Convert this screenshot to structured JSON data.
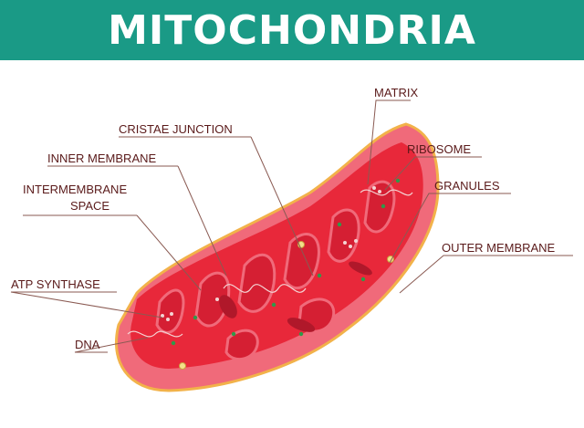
{
  "title": "MITOCHONDRIA",
  "labels": {
    "matrix": "MATRIX",
    "ribosome": "RIBOSOME",
    "granules": "GRANULES",
    "outer_membrane": "OUTER MEMBRANE",
    "cristae_junction": "CRISTAE JUNCTION",
    "inner_membrane": "INNER MEMBRANE",
    "intermembrane_line1": "INTERMEMBRANE",
    "intermembrane_line2": "SPACE",
    "atp_synthase": "ATP SYNTHASE",
    "dna": "DNA"
  },
  "colors": {
    "banner": "#1a9a86",
    "outer": "#f06a7a",
    "outer_rim": "#f2b24a",
    "inner": "#e8283a",
    "cristae_dark": "#c91a2c",
    "granule": "#f4e08a",
    "ribosome": "#2e9a4a"
  }
}
